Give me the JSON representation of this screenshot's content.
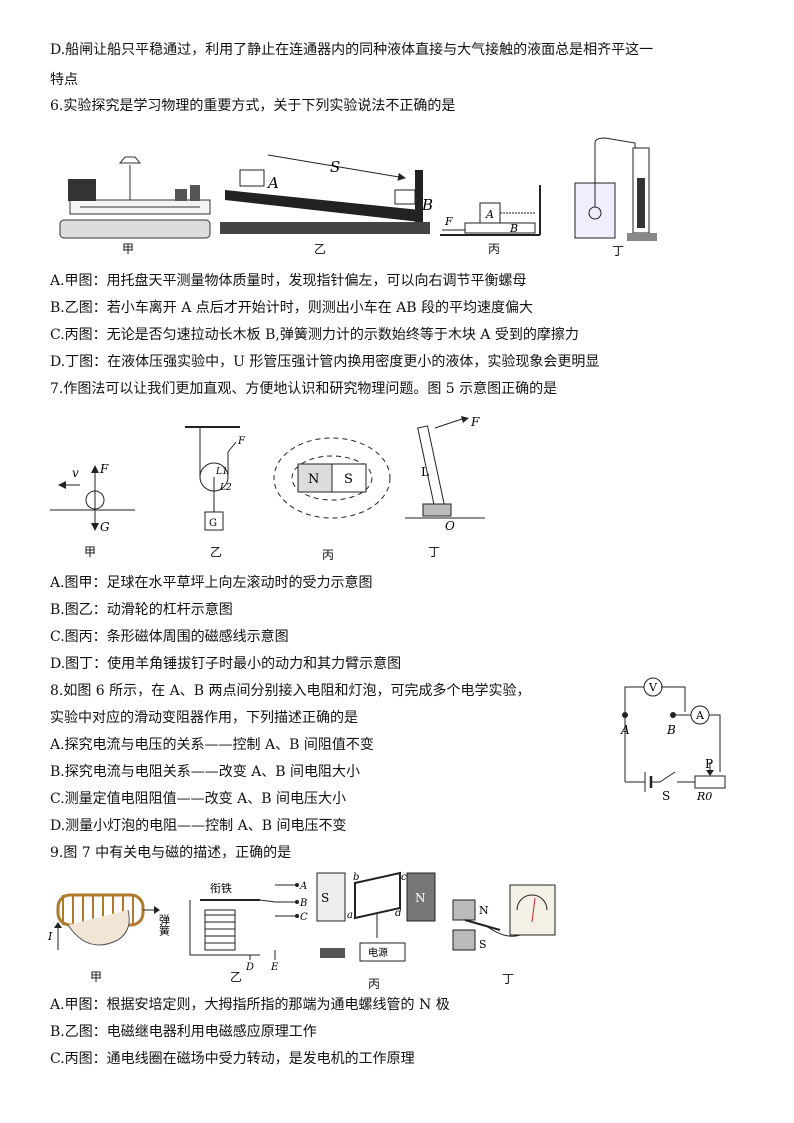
{
  "q5": {
    "optD_line1": "D.船闸让船只平稳通过，利用了静止在连通器内的同种液体直接与大气接触的液面总是相齐平这一",
    "optD_line2": "特点"
  },
  "q6": {
    "stem": "6.实验探究是学习物理的重要方式，关于下列实验说法不正确的是",
    "captions": [
      "甲",
      "乙",
      "丙",
      "丁"
    ],
    "fig_labels": {
      "distance": "S",
      "pointA": "A",
      "pointB": "B",
      "block": "A",
      "board": "B",
      "force": "F"
    },
    "options": [
      "A.甲图：用托盘天平测量物体质量时，发现指针偏左，可以向右调节平衡螺母",
      "B.乙图：若小车离开 A 点后才开始计时，则测出小车在 AB 段的平均速度偏大",
      "C.丙图：无论是否匀速拉动长木板 B,弹簧测力计的示数始终等于木块 A 受到的摩擦力",
      "D.丁图：在液体压强实验中，U 形管压强计管内换用密度更小的液体，实验现象会更明显"
    ]
  },
  "q7": {
    "stem": "7.作图法可以让我们更加直观、方便地认识和研究物理问题。图 5 示意图正确的是",
    "captions": [
      "甲",
      "乙",
      "丙",
      "丁"
    ],
    "fig_labels": {
      "v": "v",
      "F": "F",
      "G": "G",
      "l1": "L1",
      "l2": "L2",
      "blockG": "G",
      "N": "N",
      "S": "S",
      "L": "L",
      "O": "O"
    },
    "options": [
      "A.图甲：足球在水平草坪上向左滚动时的受力示意图",
      "B.图乙：动滑轮的杠杆示意图",
      "C.图丙：条形磁体周围的磁感线示意图",
      "D.图丁：使用羊角锤拔钉子时最小的动力和其力臂示意图"
    ]
  },
  "q8": {
    "stem_line1": "8.如图 6 所示，在 A、B 两点间分别接入电阻和灯泡，可完成多个电学实验，",
    "stem_line2": "实验中对应的滑动变阻器作用，下列描述正确的是",
    "fig_labels": {
      "V": "V",
      "Am": "A",
      "A": "A",
      "B": "B",
      "P": "P",
      "S": "S",
      "R0": "R0"
    },
    "options": [
      "A.探究电流与电压的关系——控制 A、B 间阻值不变",
      "B.探究电流与电阻关系——改变 A、B 间电阻大小",
      "C.测量定值电阻阻值——改变 A、B 间电压大小",
      "D.测量小灯泡的电阻——控制 A、B 间电压不变"
    ]
  },
  "q9": {
    "stem": "9.图 7 中有关电与磁的描述，正确的是",
    "captions": [
      "甲",
      "乙",
      "丙",
      "丁"
    ],
    "fig_labels": {
      "I": "I",
      "armature": "衔铁",
      "spring": "弹簧",
      "A": "A",
      "B": "B",
      "C": "C",
      "D": "D",
      "E": "E",
      "S": "S",
      "N": "N",
      "power": "电源",
      "a": "a",
      "b": "b",
      "c": "c",
      "d": "d"
    },
    "options": [
      "A.甲图：根据安培定则，大拇指所指的那端为通电螺线管的 N 极",
      "B.乙图：电磁继电器利用电磁感应原理工作",
      "C.丙图：通电线圈在磁场中受力转动，是发电机的工作原理"
    ]
  }
}
